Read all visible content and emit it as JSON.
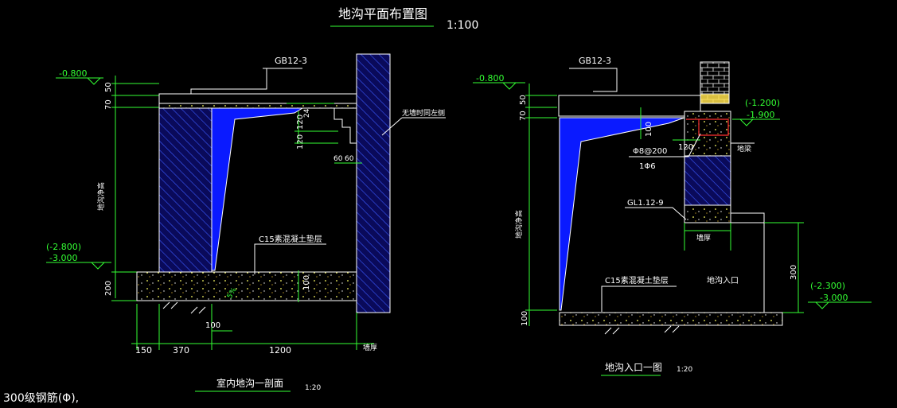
{
  "title": {
    "main": "地沟平面布置图",
    "scale": "1:100"
  },
  "left_section": {
    "title": "室内地沟一剖面",
    "scale": "1:20",
    "cover_label": "GB12-3",
    "elev_top": "-0.800",
    "elev_bottom_a": "(-2.800)",
    "elev_bottom_b": "-3.000",
    "dim_50": "50",
    "dim_70": "70",
    "dim_200": "200",
    "dim_120a": "120",
    "dim_120b": "120",
    "dim_24": "24",
    "dim_60a": "60",
    "dim_60b": "60",
    "dim_100_side": "100",
    "dim_100_bottom": "100",
    "dim_150": "150",
    "dim_370": "370",
    "dim_1200": "1200",
    "wall_note": "无墙时同左侧",
    "depth_label": "地沟净高",
    "base_label": "C15素混凝土垫层",
    "slope": "5%",
    "wall_thickness": "墙厚"
  },
  "right_section": {
    "title": "地沟入口一图",
    "scale": "1:20",
    "cover_label": "GB12-3",
    "elev_top": "-0.800",
    "elev_mid_a": "(-1.200)",
    "elev_mid_b": "-1.900",
    "elev_bottom_a": "(-2.300)",
    "elev_bottom_b": "-3.000",
    "dim_50": "50",
    "dim_70": "70",
    "dim_100": "100",
    "dim_100_bottom": "100",
    "dim_120": "120",
    "dim_300": "300",
    "rebar_a": "Φ8@200",
    "rebar_b": "1Φ6",
    "beam_label": "GL1.12-9",
    "wall_thickness": "墙厚",
    "beam_tag": "地梁",
    "depth_label": "地沟净高",
    "base_label": "C15素混凝土垫层",
    "entrance_label": "地沟入口"
  },
  "footer_note": "300级钢筋(Φ),",
  "colors": {
    "background": "#000000",
    "dimension": "#33ff33",
    "text": "#ffffff",
    "fill": "#0a1aff",
    "accent": "#ffff33",
    "rebar": "#ff3030"
  }
}
